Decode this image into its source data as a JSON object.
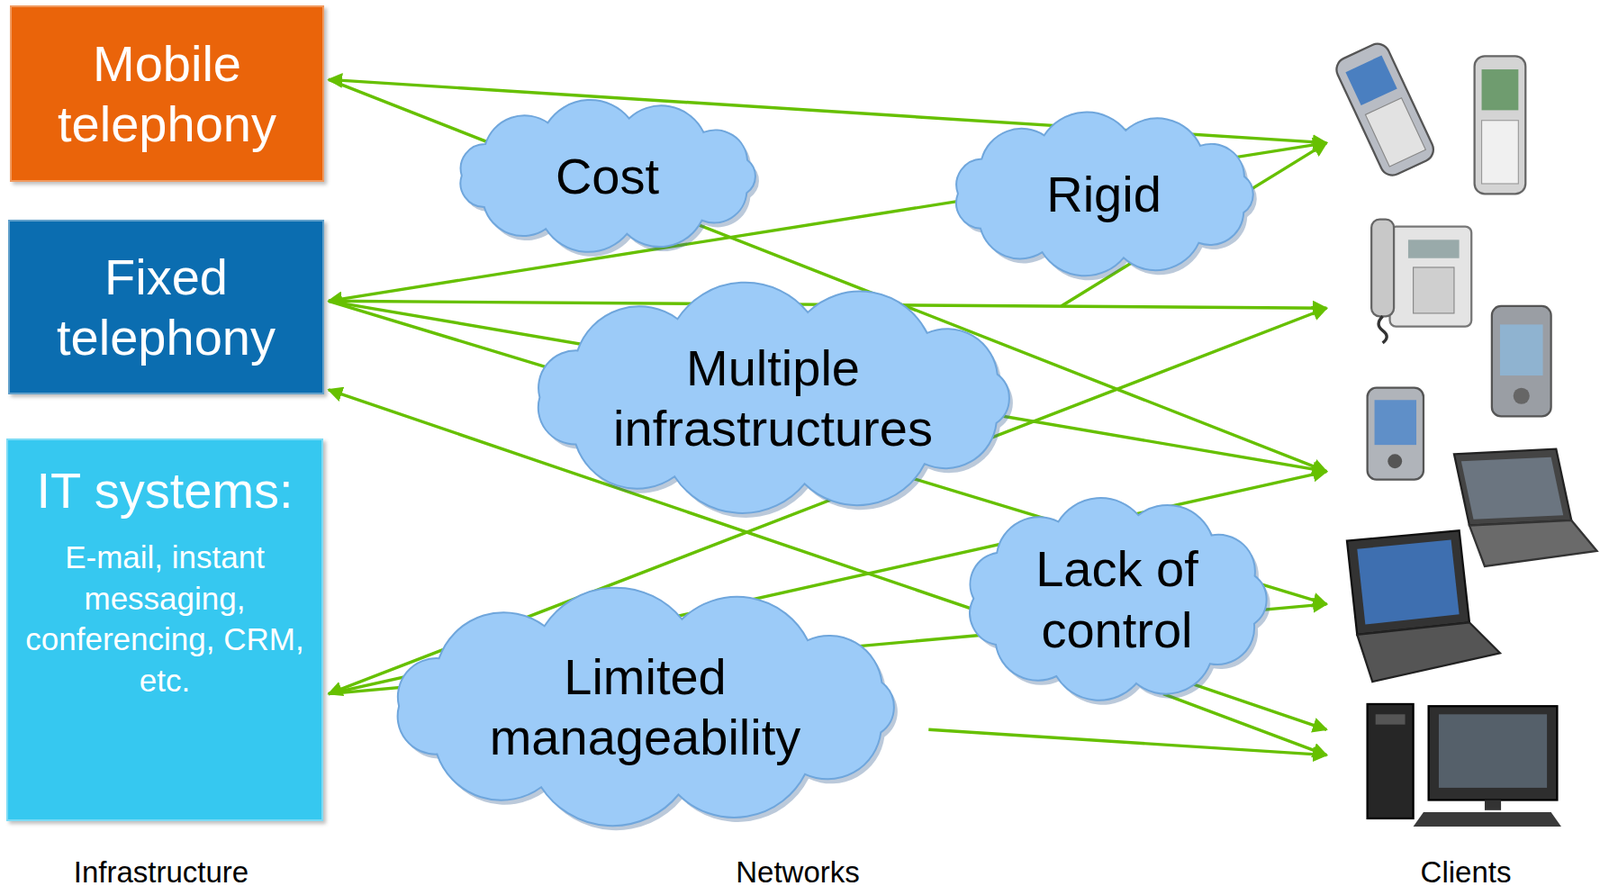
{
  "diagram": {
    "nodes": [
      {
        "text": [
          "Mobile telephony"
        ]
      },
      {
        "text": [
          "Fixed telephony"
        ]
      },
      {
        "text": [
          "IT systems:",
          "E-mail, instant messaging, conferencing, CRM, etc."
        ]
      },
      {
        "text": [
          "Cost"
        ]
      },
      {
        "text": [
          "Rigid"
        ]
      },
      {
        "text": [
          "Multiple infrastructures"
        ]
      },
      {
        "text": [
          "Lack of control"
        ]
      },
      {
        "text": [
          "Limited manageability"
        ]
      }
    ],
    "labels": [
      "Infrastructure",
      "Networks",
      "Clients"
    ]
  }
}
